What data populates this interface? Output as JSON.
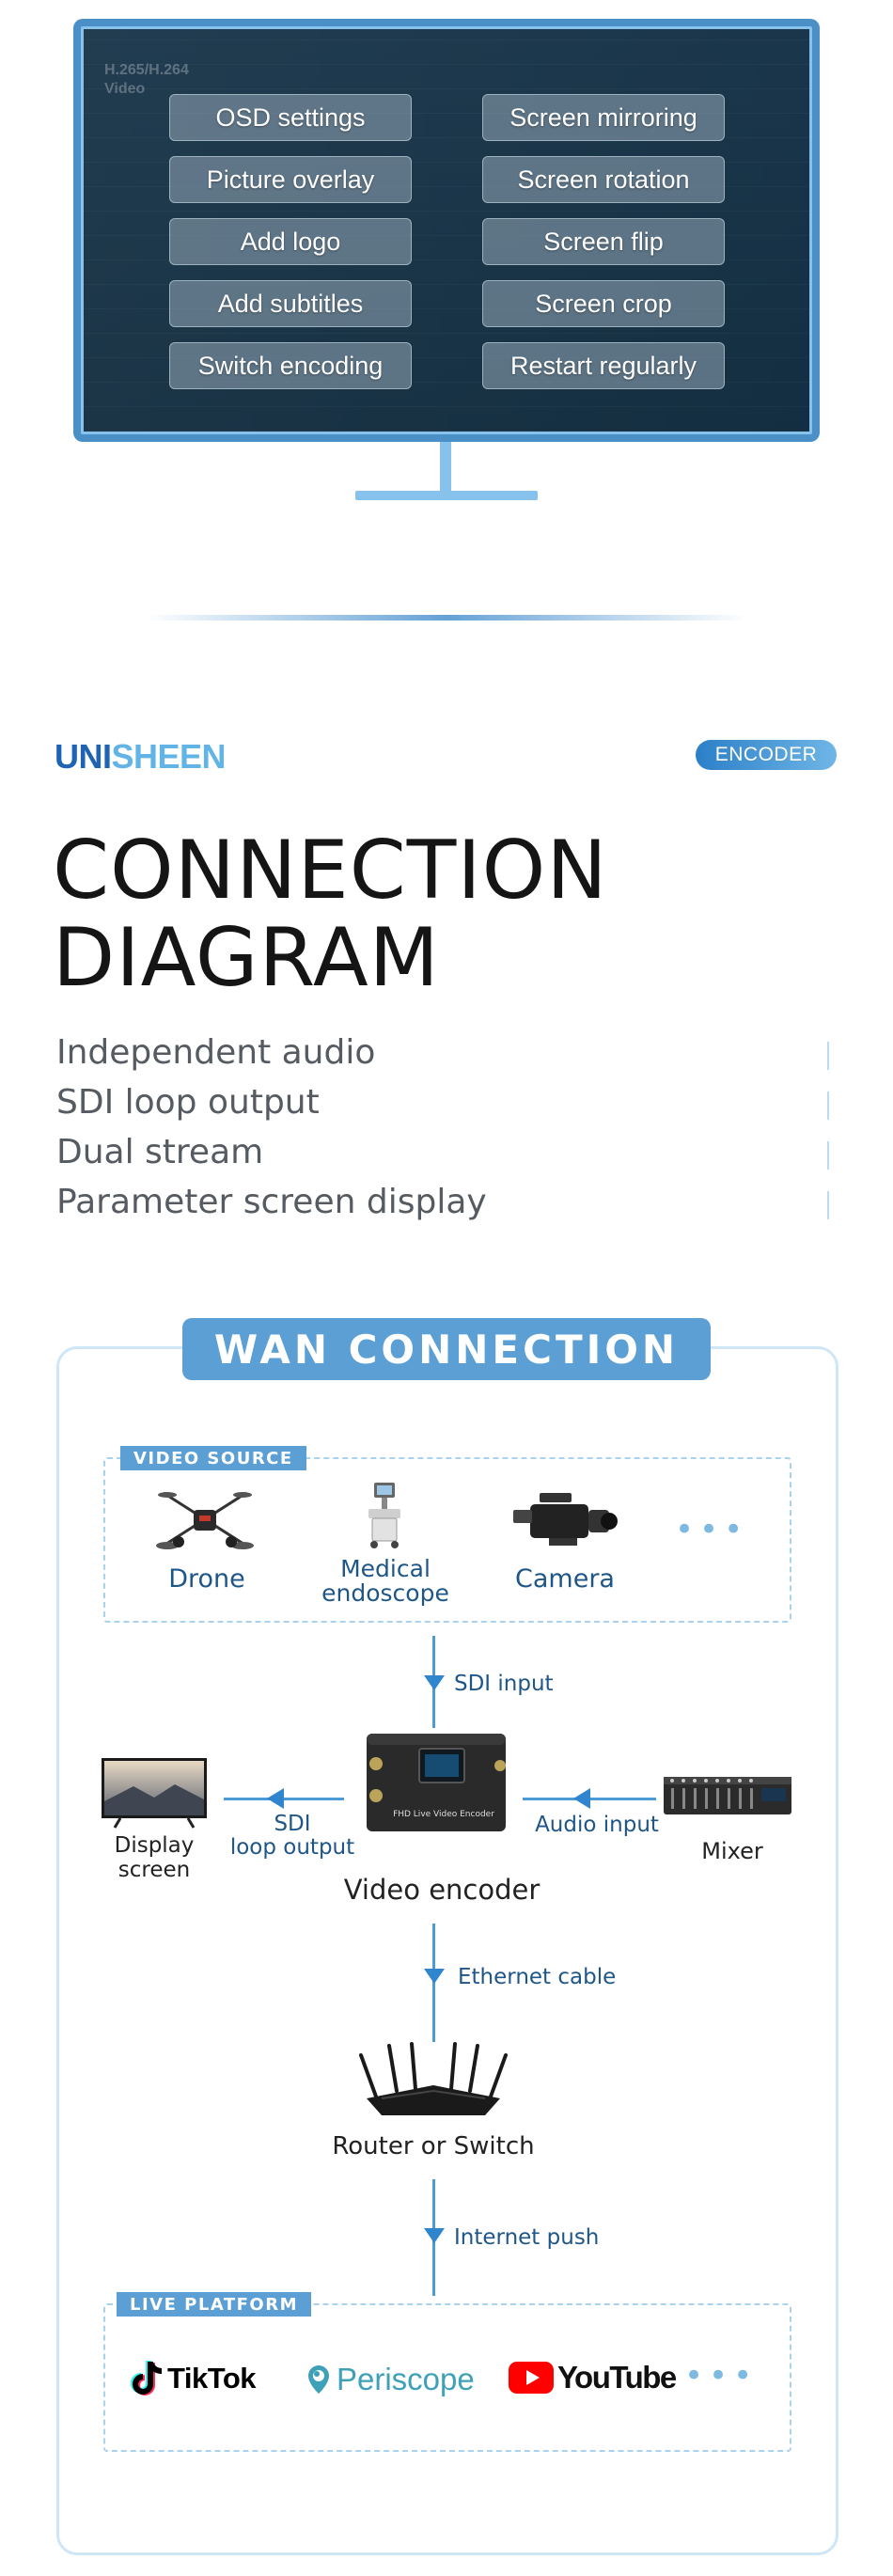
{
  "screen": {
    "ghost_lines": [
      "H.265/H.264",
      "Video"
    ],
    "features_left": [
      "OSD settings",
      "Picture overlay",
      "Add logo",
      "Add subtitles",
      "Switch encoding"
    ],
    "features_right": [
      "Screen mirroring",
      "Screen rotation",
      "Screen flip",
      "Screen crop",
      "Restart regularly"
    ]
  },
  "header": {
    "brand_part1": "UNI",
    "brand_part2": "SHEEN",
    "badge": "ENCODER",
    "title_line1": "CONNECTION",
    "title_line2": "DIAGRAM",
    "features": [
      "Independent audio",
      "SDI loop output",
      "Dual stream",
      "Parameter screen display"
    ]
  },
  "diagram": {
    "title": "WAN CONNECTION",
    "video_source": {
      "tag": "VIDEO SOURCE",
      "items": [
        "Drone",
        "Medical\nendoscope",
        "Camera"
      ],
      "more": "•••"
    },
    "encoder": {
      "label": "Video encoder",
      "device_text": "FHD Live Video Encoder"
    },
    "display": {
      "label_line1": "Display",
      "label_line2": "screen"
    },
    "mixer": {
      "label": "Mixer"
    },
    "connections": {
      "sdi_input": "SDI input",
      "sdi_loop_line1": "SDI",
      "sdi_loop_line2": "loop output",
      "audio_input": "Audio input",
      "ethernet": "Ethernet cable",
      "internet_push": "Internet push"
    },
    "router": {
      "label": "Router or Switch"
    },
    "live_platform": {
      "tag": "LIVE PLATFORM",
      "tiktok": "TikTok",
      "periscope": "Periscope",
      "youtube": "YouTube",
      "more": "•••"
    }
  },
  "colors": {
    "brand_dark": "#1f63b4",
    "brand_light": "#63b4e6",
    "accent": "#5b9fd4",
    "line": "#4b9bd6",
    "youtube_red": "#ff0000"
  }
}
